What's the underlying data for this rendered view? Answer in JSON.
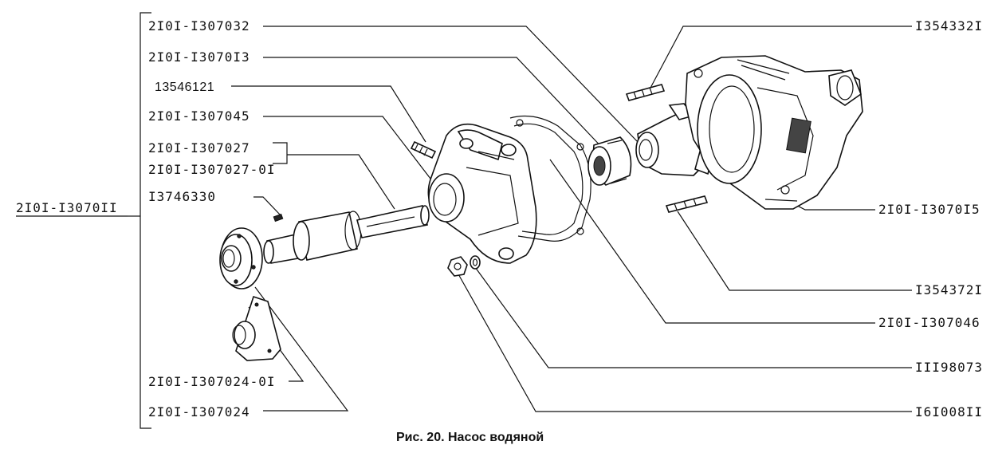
{
  "caption": "Рис. 20. Насос водяной",
  "assembly_label": "2I0I-I3070II",
  "left_labels": {
    "l1": "2I0I-I307032",
    "l2": "2I0I-I3070I3",
    "l3": "13546121",
    "l4": "2I0I-I307045",
    "l5": "2I0I-I307027",
    "l6": "2I0I-I307027-0I",
    "l7": "I3746330",
    "l8": "2I0I-I307024-0I",
    "l9": "2I0I-I307024"
  },
  "right_labels": {
    "r1": "I354332I",
    "r2": "2I0I-I3070I5",
    "r3": "I354372I",
    "r4": "2I0I-I307046",
    "r5": "III98073",
    "r6": "I6I008II"
  }
}
